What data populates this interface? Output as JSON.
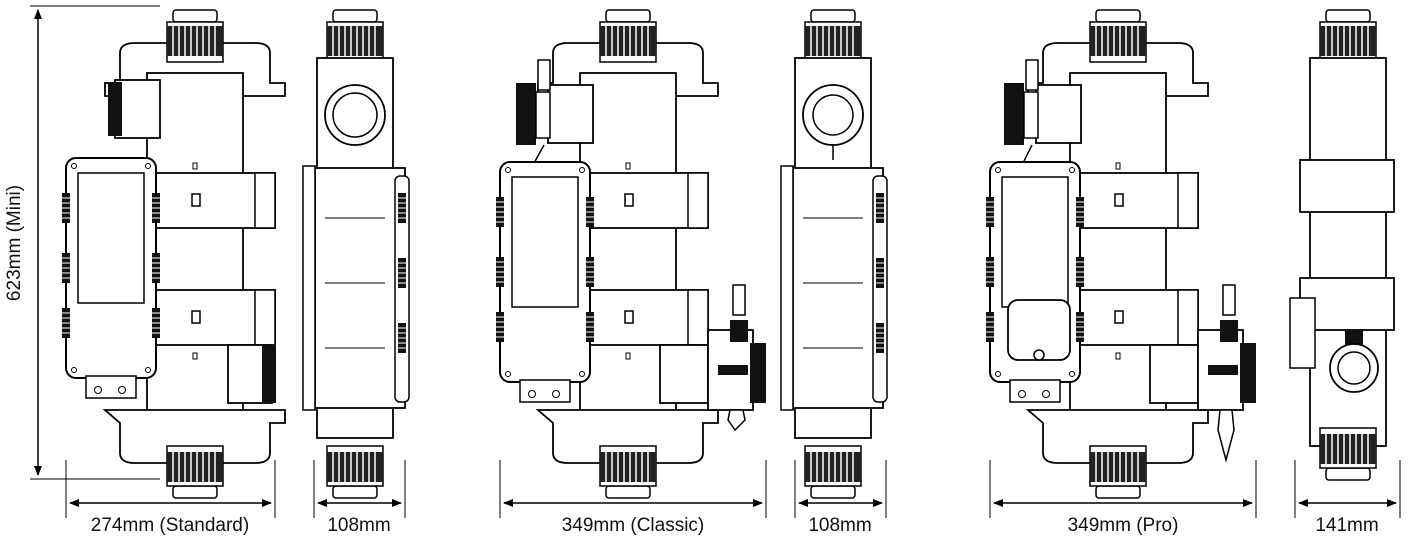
{
  "dimensions": {
    "height": "623mm (Mini)",
    "widths": [
      "274mm (Standard)",
      "108mm",
      "349mm (Classic)",
      "108mm",
      "349mm (Pro)",
      "141mm"
    ]
  },
  "units": [
    {
      "id": "standard-front",
      "label_index": 0
    },
    {
      "id": "standard-side",
      "label_index": 1
    },
    {
      "id": "classic-front",
      "label_index": 2
    },
    {
      "id": "classic-side",
      "label_index": 3
    },
    {
      "id": "pro-front",
      "label_index": 4
    },
    {
      "id": "pro-side",
      "label_index": 5
    }
  ],
  "colors": {
    "line": "#000000",
    "fill": "#ffffff",
    "dark": "#111111"
  }
}
